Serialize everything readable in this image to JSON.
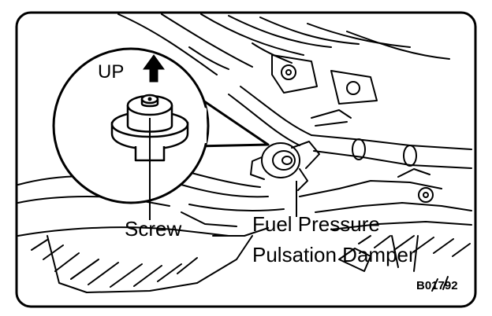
{
  "figure": {
    "labels": {
      "up": "UP",
      "screw": "Screw",
      "component_line1": "Fuel Pressure",
      "component_line2": "Pulsation Damper",
      "figure_code": "B01792"
    },
    "colors": {
      "ink": "#000000",
      "paper": "#ffffff"
    },
    "icons": {
      "up_arrow": "up-arrow-icon"
    }
  }
}
